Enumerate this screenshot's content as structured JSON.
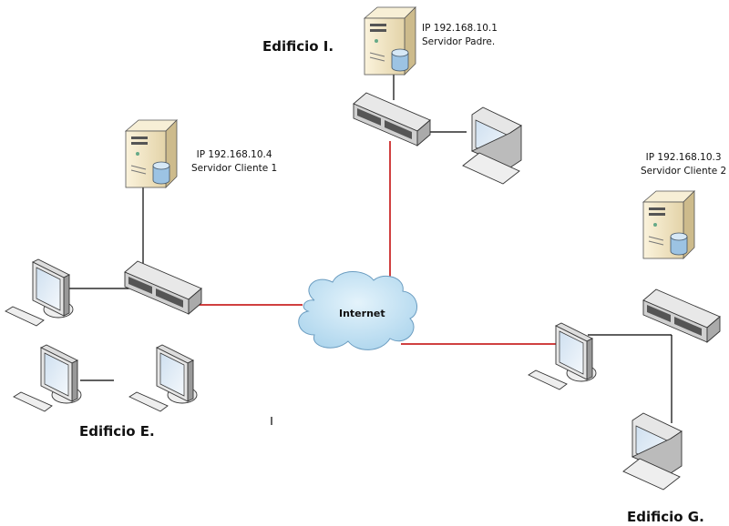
{
  "buildings": {
    "i": {
      "label": "Edificio I.",
      "server_ip": "IP 192.168.10.1",
      "server_name": "Servidor Padre."
    },
    "e": {
      "label": "Edificio E.",
      "server_ip": "IP 192.168.10.4",
      "server_name": "Servidor  Cliente 1"
    },
    "g": {
      "label": "Edificio G.",
      "server_ip": "IP 192.168.10.3",
      "server_name": "Servidor Cliente 2"
    }
  },
  "cloud": {
    "label": "Internet"
  },
  "colors": {
    "wan_link": "#c00000",
    "lan_link": "#000000",
    "cloud": "#b8dcf0"
  }
}
